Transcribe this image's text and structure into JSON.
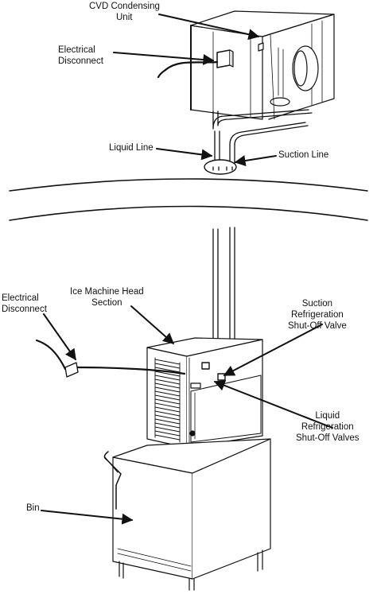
{
  "labels": {
    "cvd_unit": [
      "CVD Condensing",
      "Unit"
    ],
    "electrical_top": [
      "Electrical",
      "Disconnect"
    ],
    "liquid_line": "Liquid Line",
    "suction_line": "Suction Line",
    "electrical_bottom": [
      "Electrical",
      "Disconnect"
    ],
    "ice_head": [
      "Ice Machine Head",
      "Section"
    ],
    "suction_valve": [
      "Suction",
      "Refrigeration",
      "Shut-Off Valve"
    ],
    "liquid_valve": [
      "Liquid",
      "Refrigeration",
      "Shut-Off Valves"
    ],
    "bin": "Bin"
  }
}
